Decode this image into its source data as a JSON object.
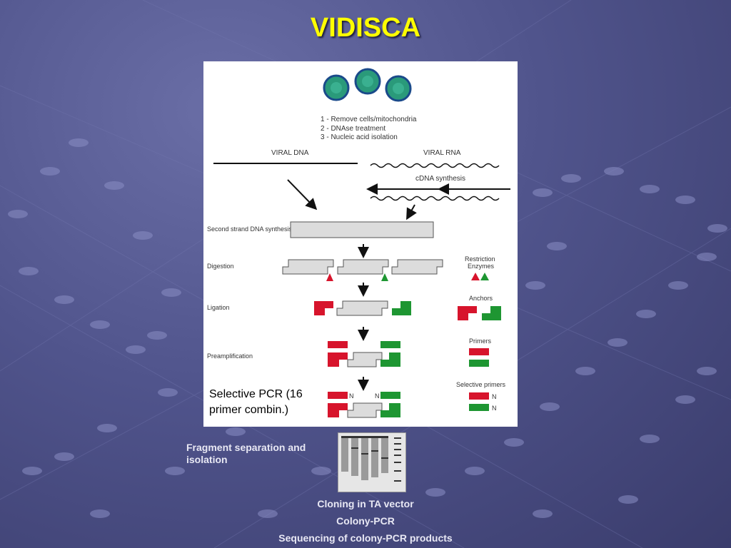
{
  "slide": {
    "title": "VIDISCA"
  },
  "panel": {
    "steps": [
      "1 - Remove cells/mitochondria",
      "2 - DNAse treatment",
      "3 - Nucleic acid isolation"
    ],
    "viral_dna": "VIRAL DNA",
    "viral_rna": "VIRAL RNA",
    "cdna": "cDNA synthesis",
    "stages": {
      "second_strand": "Second strand DNA synthesis",
      "digestion": "Digestion",
      "ligation": "Ligation",
      "preamp": "Preamplification"
    },
    "legend": {
      "restriction_1": "Restriction",
      "restriction_2": "Enzymes",
      "anchors": "Anchors",
      "primers": "Primers",
      "selective_primers": "Selective primers",
      "n": "N"
    },
    "selective_pcr": "Selective PCR (16 primer combin.)"
  },
  "captions": {
    "fragment": "Fragment separation and isolation",
    "cloning": "Cloning in TA vector",
    "colony": "Colony-PCR",
    "sequencing": "Sequencing of colony-PCR products"
  },
  "colors": {
    "red": "#d7142c",
    "green": "#1e9632",
    "gray_fill": "#dcdcdc",
    "title": "#ffff00"
  }
}
